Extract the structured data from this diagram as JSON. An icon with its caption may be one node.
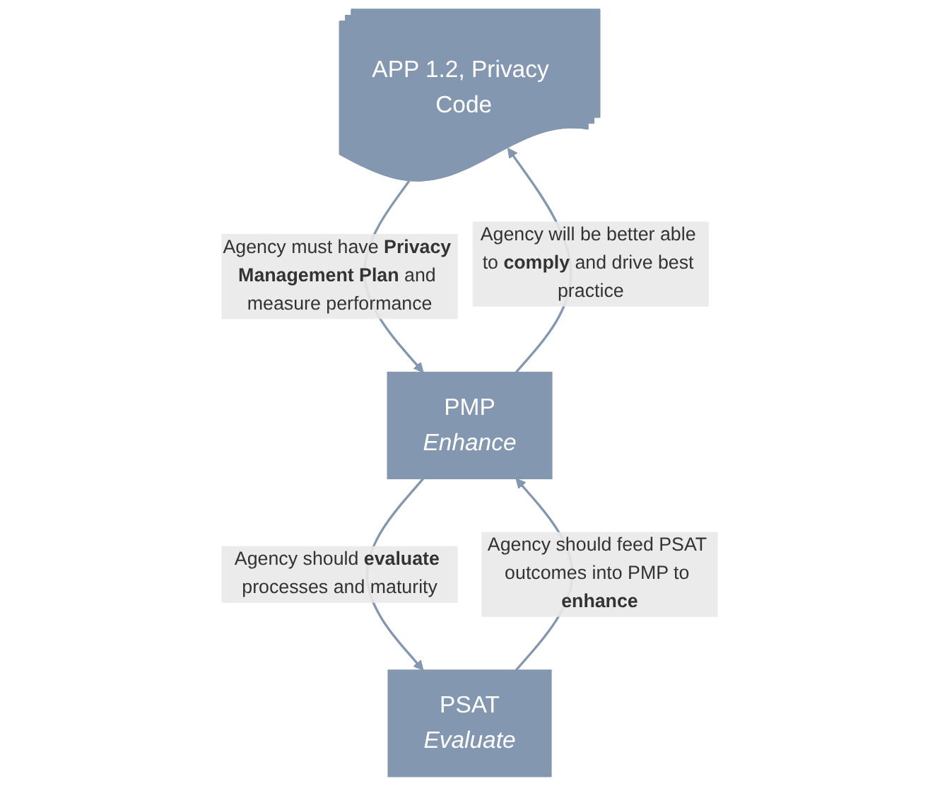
{
  "diagram": {
    "nodes": [
      {
        "text": [
          "APP 1.2, Privacy Code"
        ]
      },
      {
        "text": [
          "PMP",
          "Enhance"
        ]
      },
      {
        "text": [
          "PSAT",
          "Evaluate"
        ]
      }
    ],
    "edges": [
      {
        "from": 0,
        "to": 1,
        "arrow": "to",
        "label": "Agency must have **Privacy Management Plan** and measure performance"
      },
      {
        "from": 1,
        "to": 0,
        "arrow": "to",
        "label": "Agency will be better able to **comply** and drive best practice"
      },
      {
        "from": 1,
        "to": 2,
        "arrow": "to",
        "label": "Agency should **evaluate** processes and maturity"
      },
      {
        "from": 2,
        "to": 1,
        "arrow": "to",
        "label": "Agency should feed PSAT outcomes into PMP to **enhance**"
      }
    ]
  }
}
